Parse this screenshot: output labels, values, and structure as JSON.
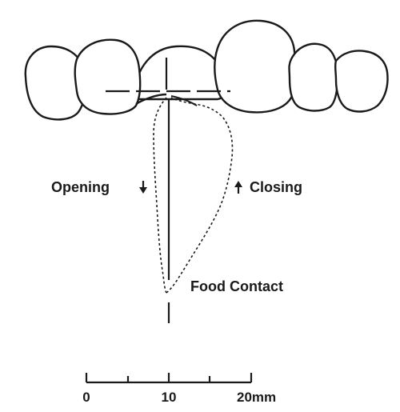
{
  "labels": {
    "opening": "Opening",
    "closing": "Closing",
    "food_contact": "Food Contact"
  },
  "scale": {
    "ticks": [
      "0",
      "10",
      "20mm"
    ]
  },
  "colors": {
    "ink": "#1a1a1a",
    "background": "#ffffff"
  }
}
